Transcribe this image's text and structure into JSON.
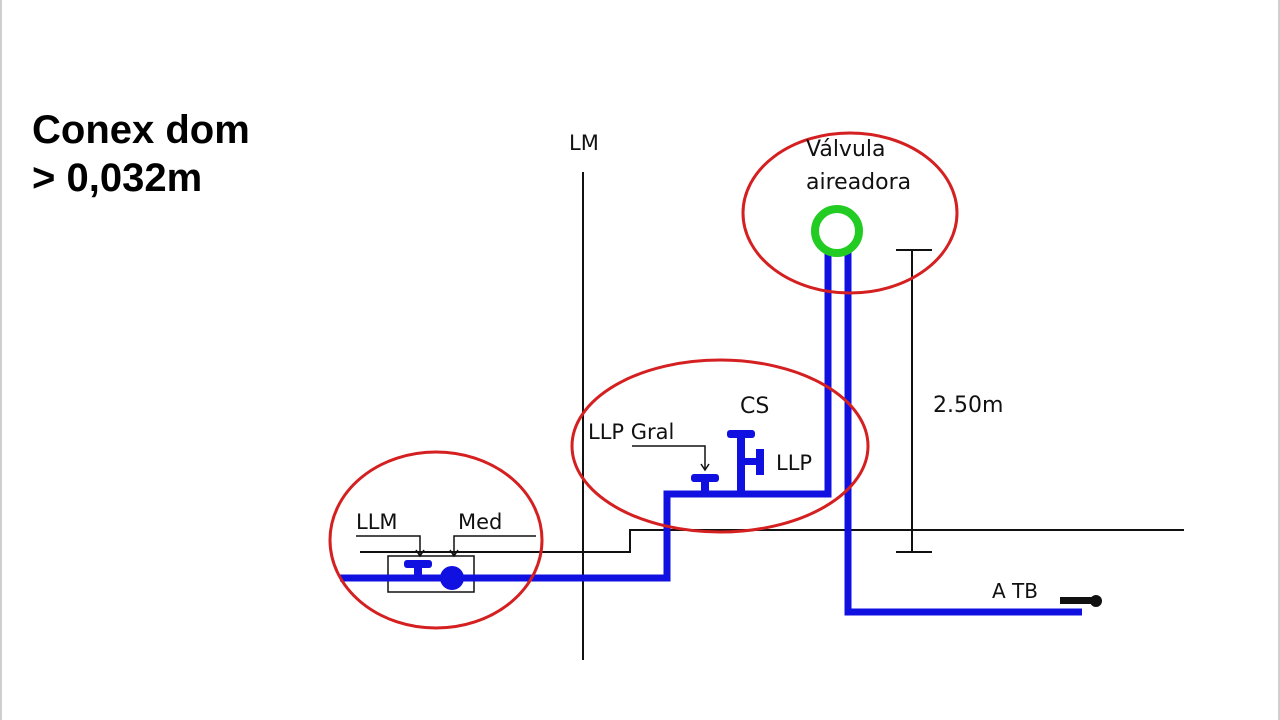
{
  "slide": {
    "title_line1": "Conex dom",
    "title_line2": "> 0,032m"
  },
  "diagram": {
    "labels": {
      "lm": "LM",
      "valve_line1": "Válvula",
      "valve_line2": "aireadora",
      "height": "2.50m",
      "cs": "CS",
      "llp_gral": "LLP Gral",
      "llp": "LLP",
      "llm": "LLM",
      "med": "Med",
      "a_tb": "A TB"
    },
    "colors": {
      "pipe": "#1010e0",
      "highlight_circle": "#d42020",
      "aerator_valve": "#22cc22",
      "line": "#111111"
    }
  }
}
